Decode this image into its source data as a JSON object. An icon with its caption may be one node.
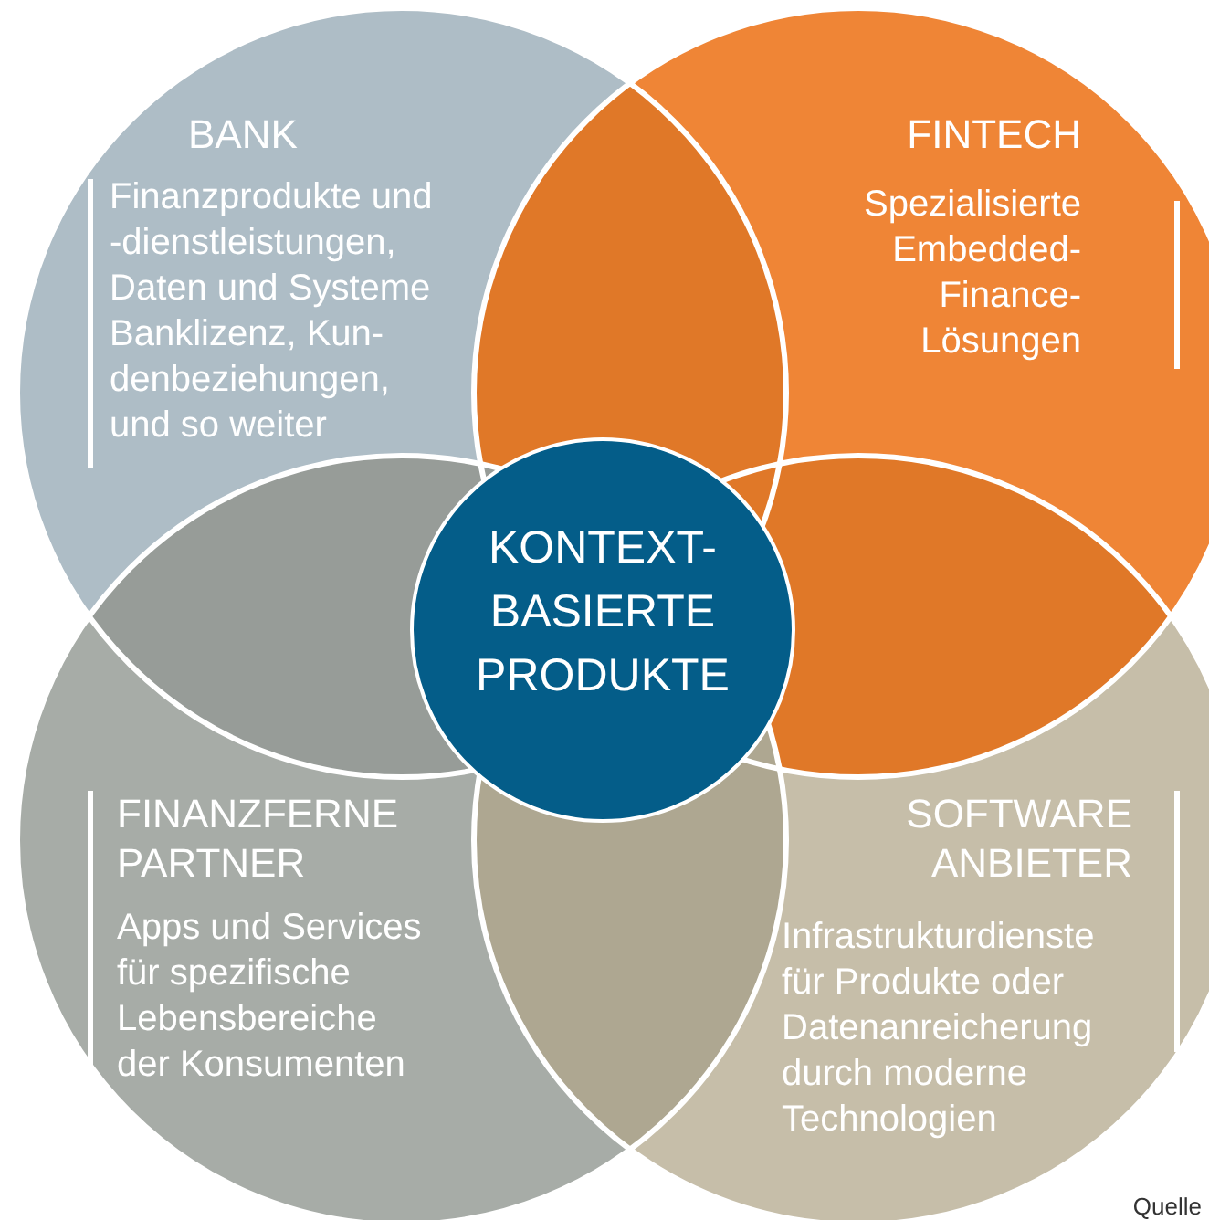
{
  "diagram": {
    "nodes": [
      {
        "text": [
          "BANK",
          "Finanzprodukte und -dienstleistungen, Daten und Systeme Banklizenz, Kun- denbeziehungen, und so weiter"
        ]
      },
      {
        "text": [
          "FINTECH",
          "Spezialisierte Embedded- Finance- Lösungen"
        ]
      },
      {
        "text": [
          "FINANZFERNE PARTNER",
          "Apps und Services für spezifische Lebensbereiche der Konsumenten"
        ]
      },
      {
        "text": [
          "SOFTWARE ANBIETER",
          "Infrastrukturdienste für Produkte oder Datenanreicherung durch moderne Technologien"
        ]
      },
      {
        "text": [
          "KONTEXT- BASIERTE PRODUKTE"
        ]
      }
    ],
    "edges": [],
    "labels": [
      "Quelle"
    ]
  }
}
